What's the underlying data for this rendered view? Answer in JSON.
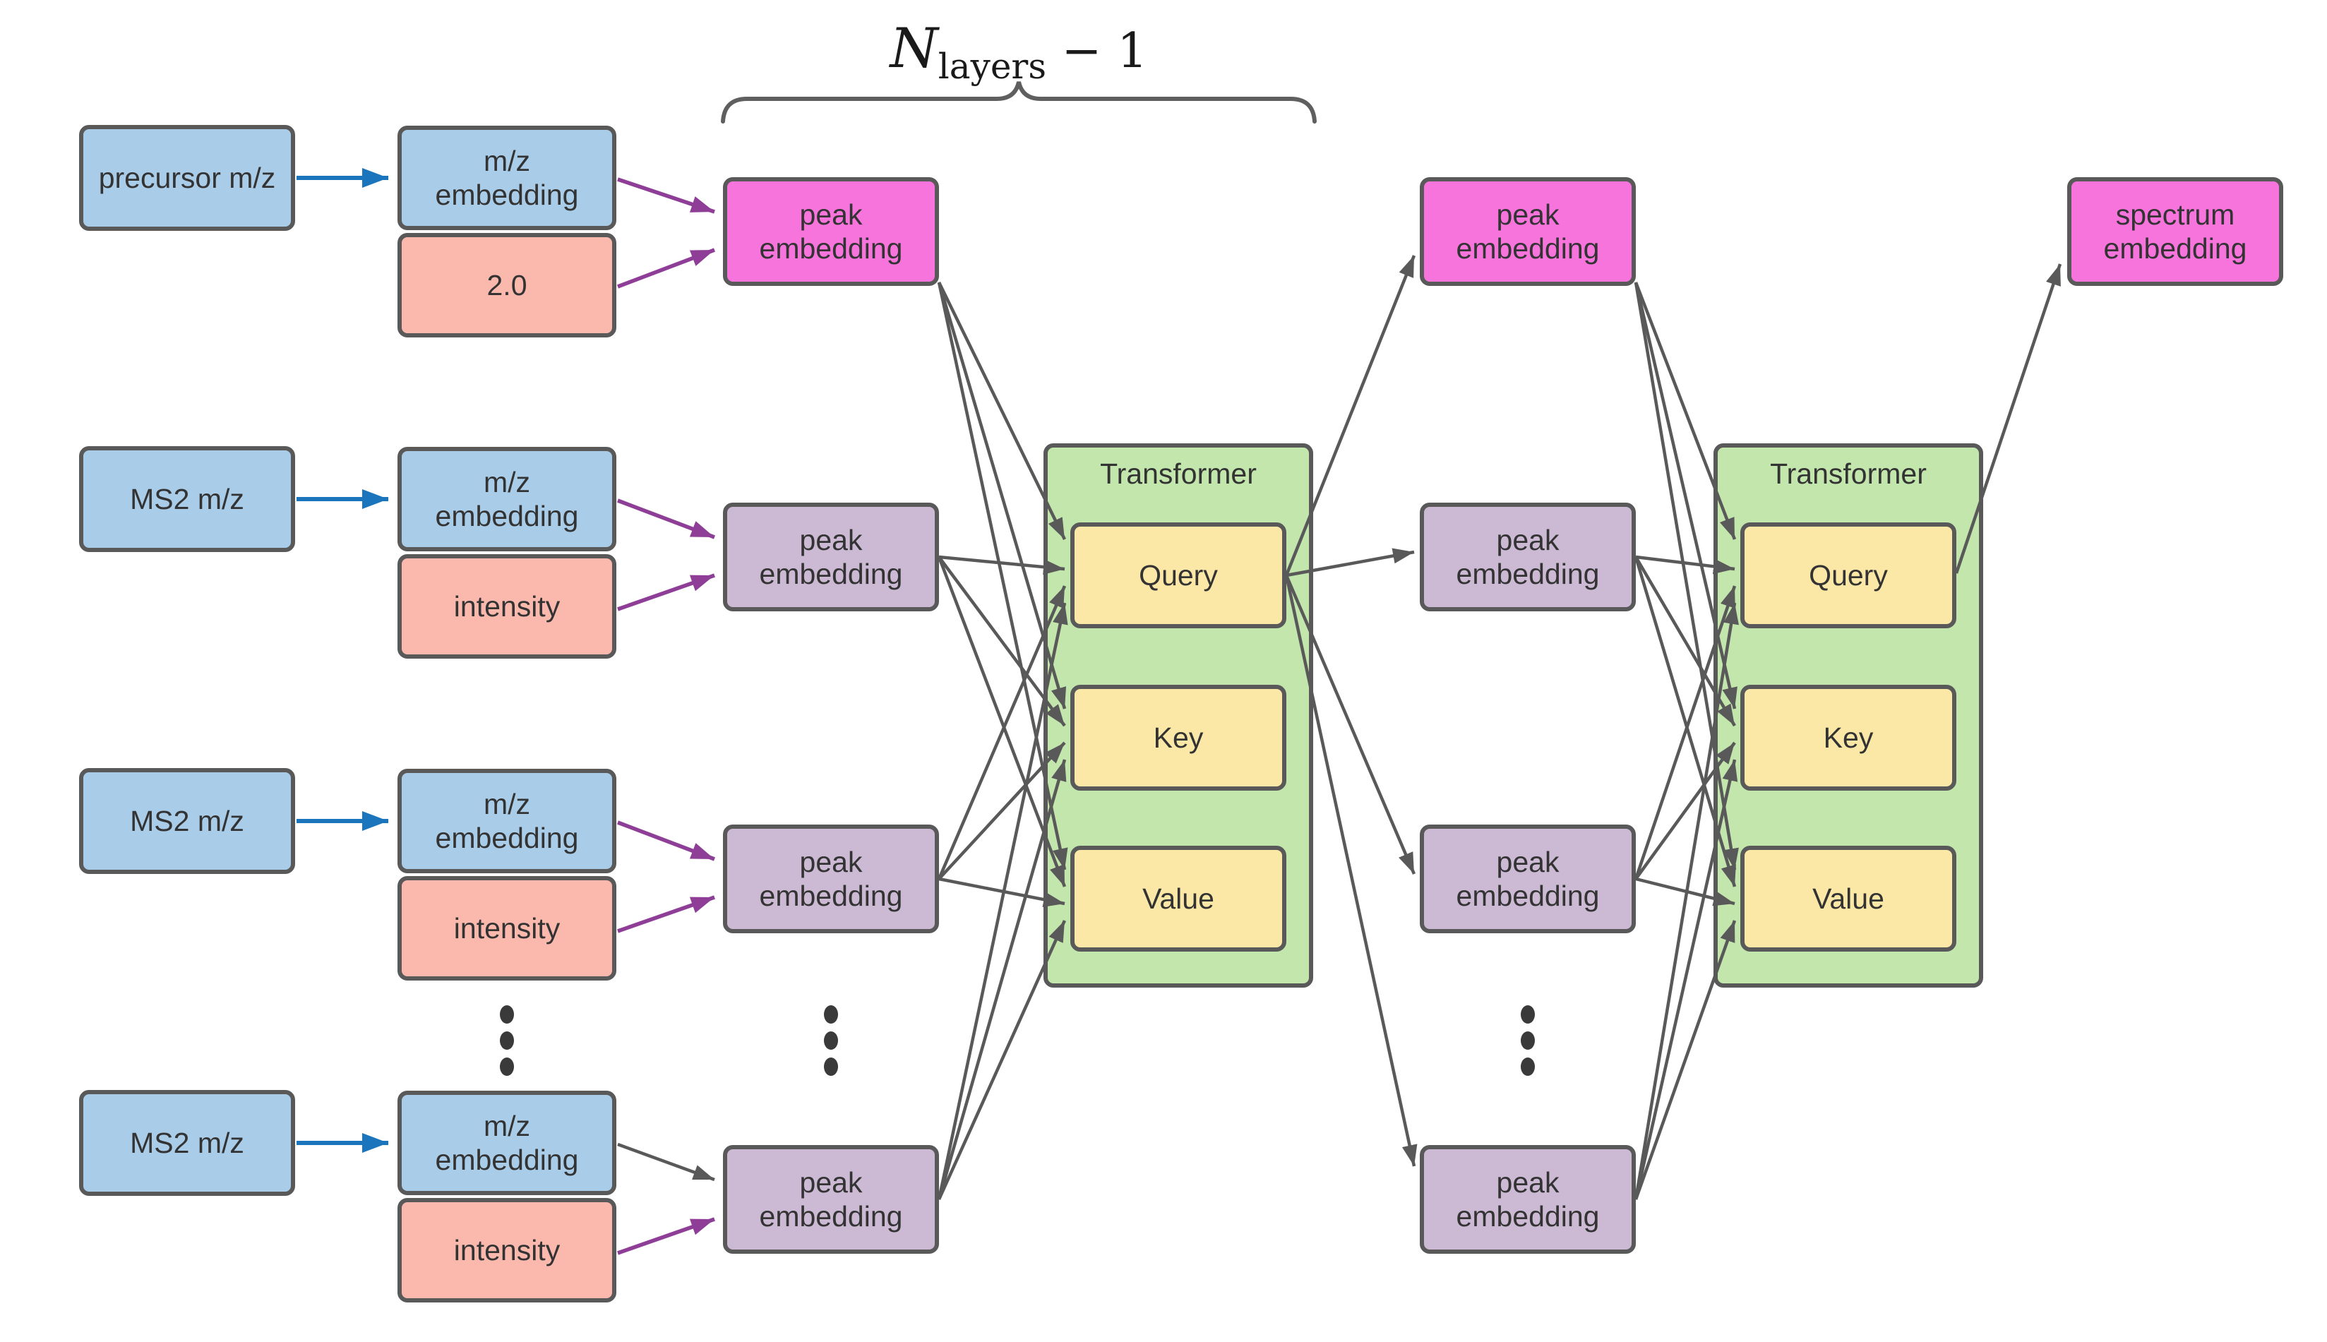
{
  "annotation": {
    "symbol": "N",
    "subscript": "layers",
    "suffix": " − 1"
  },
  "inputs": [
    {
      "source": "precursor m/z",
      "embedding": "m/z\nembedding",
      "scalar": "2.0"
    },
    {
      "source": "MS2 m/z",
      "embedding": "m/z\nembedding",
      "scalar": "intensity"
    },
    {
      "source": "MS2 m/z",
      "embedding": "m/z\nembedding",
      "scalar": "intensity"
    },
    {
      "source": "MS2 m/z",
      "embedding": "m/z\nembedding",
      "scalar": "intensity"
    }
  ],
  "layer1_peaks": [
    "peak\nembedding",
    "peak\nembedding",
    "peak\nembedding",
    "peak\nembedding"
  ],
  "layer2_peaks": [
    "peak\nembedding",
    "peak\nembedding",
    "peak\nembedding",
    "peak\nembedding"
  ],
  "transformer1": {
    "title": "Transformer",
    "query": "Query",
    "key": "Key",
    "value": "Value"
  },
  "transformer2": {
    "title": "Transformer",
    "query": "Query",
    "key": "Key",
    "value": "Value"
  },
  "output": {
    "label": "spectrum\nembedding"
  },
  "icons": {
    "ellipsis": "vertical-ellipsis"
  },
  "colors": {
    "box_blue": "#A9CCE8",
    "box_salmon": "#FBB9AE",
    "box_magenta": "#F774DC",
    "box_lavender": "#CCBAD5",
    "box_green": "#C3E6AD",
    "box_yellow": "#FCE8A6",
    "border_gray": "#595959",
    "arrow_gray": "#595959",
    "arrow_blue": "#1B75BC",
    "arrow_purple": "#8E3E97",
    "text": "#333333"
  }
}
